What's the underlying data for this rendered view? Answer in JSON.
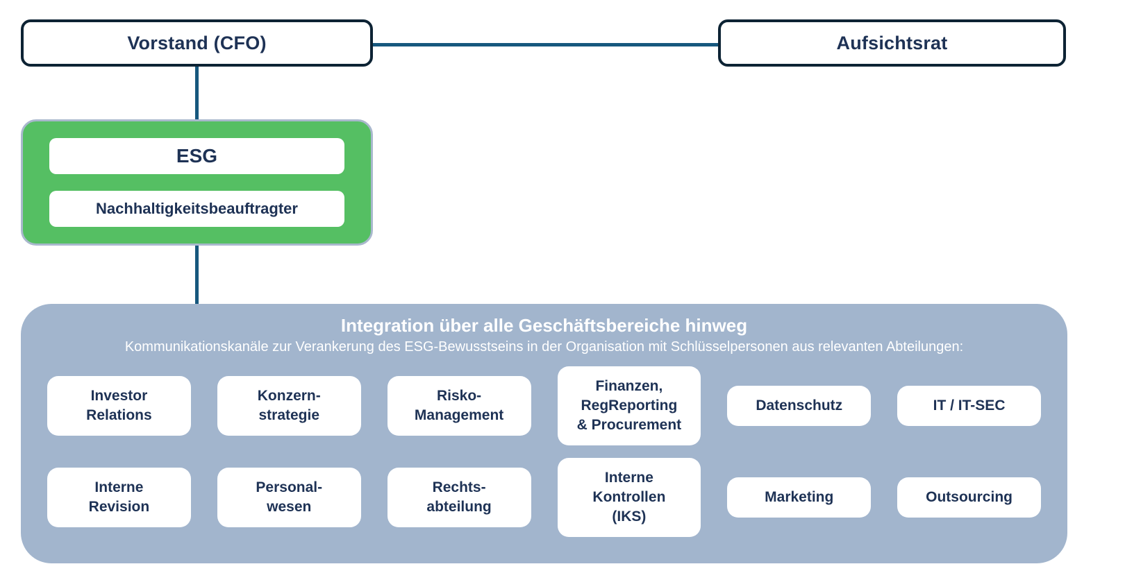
{
  "colors": {
    "text_navy": "#1e3255",
    "border_navy": "#0d2334",
    "connector_blue": "#17587e",
    "esg_green": "#55bf63",
    "esg_border": "#a9b8cd",
    "panel_blue": "#a2b5cd",
    "box_white": "#ffffff"
  },
  "top": {
    "vorstand_label": "Vorstand (CFO)",
    "aufsichtsrat_label": "Aufsichtsrat"
  },
  "esg": {
    "title": "ESG",
    "subtitle": "Nachhaltigkeitsbeauftragter"
  },
  "integration": {
    "title": "Integration über alle Geschäftsbereiche hinweg",
    "subtitle": "Kommunikationskanäle zur Verankerung des ESG-Bewusstseins in der Organisation mit Schlüsselpersonen aus relevanten Abteilungen:",
    "departments_row1": [
      {
        "id": "investor-relations",
        "label": "Investor\nRelations"
      },
      {
        "id": "konzernstrategie",
        "label": "Konzern-\nstrategie"
      },
      {
        "id": "risko-management",
        "label": "Risko-\nManagement"
      },
      {
        "id": "finanzen-regreporting-procurement",
        "label": "Finanzen,\nRegReporting\n& Procurement"
      },
      {
        "id": "datenschutz",
        "label": "Datenschutz"
      },
      {
        "id": "it-it-sec",
        "label": "IT / IT-SEC"
      }
    ],
    "departments_row2": [
      {
        "id": "interne-revision",
        "label": "Interne\nRevision"
      },
      {
        "id": "personalwesen",
        "label": "Personal-\nwesen"
      },
      {
        "id": "rechtsabteilung",
        "label": "Rechts-\nabteilung"
      },
      {
        "id": "interne-kontrollen-iks",
        "label": "Interne\nKontrollen\n(IKS)"
      },
      {
        "id": "marketing",
        "label": "Marketing"
      },
      {
        "id": "outsourcing",
        "label": "Outsourcing"
      }
    ]
  }
}
